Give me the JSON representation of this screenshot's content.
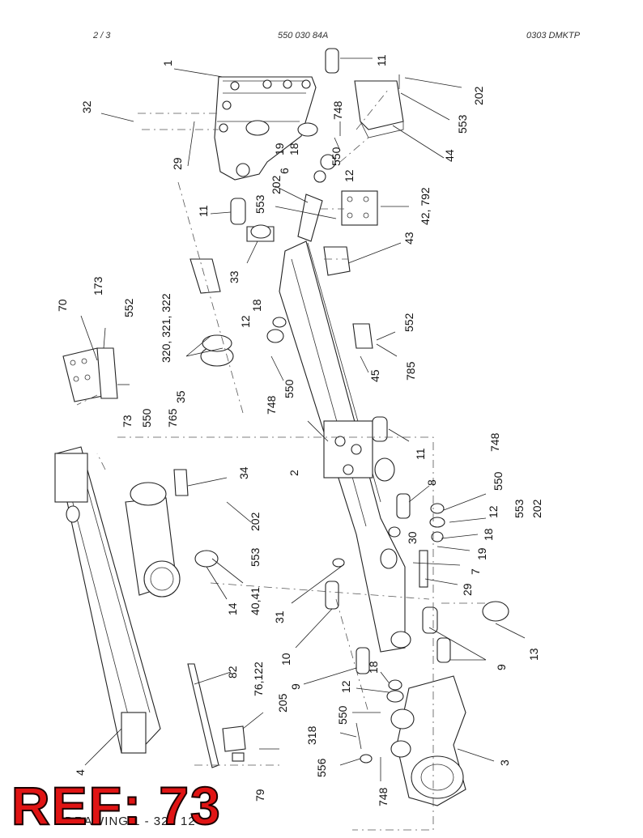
{
  "header": {
    "page": "2 /   3",
    "document_number": "550 030 84A",
    "code": "0303 DMKTP"
  },
  "ref_banner": "REF: 73",
  "drawing_label": "DRAWING 1 - 328 12",
  "callouts": [
    {
      "id": "c1",
      "text": "1"
    },
    {
      "id": "c11a",
      "text": "11"
    },
    {
      "id": "c32",
      "text": "32"
    },
    {
      "id": "c202a",
      "text": "202"
    },
    {
      "id": "c553a",
      "text": "553"
    },
    {
      "id": "c748a",
      "text": "748"
    },
    {
      "id": "c44",
      "text": "44"
    },
    {
      "id": "c29a",
      "text": "29"
    },
    {
      "id": "c19a",
      "text": "19"
    },
    {
      "id": "c18a",
      "text": "18"
    },
    {
      "id": "c550a",
      "text": "550"
    },
    {
      "id": "c12a",
      "text": "12"
    },
    {
      "id": "c6",
      "text": "6"
    },
    {
      "id": "c202b",
      "text": "202"
    },
    {
      "id": "c11b",
      "text": "11"
    },
    {
      "id": "c553b",
      "text": "553"
    },
    {
      "id": "c42",
      "text": "42, 792"
    },
    {
      "id": "c43",
      "text": "43"
    },
    {
      "id": "c33",
      "text": "33"
    },
    {
      "id": "c70",
      "text": "70"
    },
    {
      "id": "c173",
      "text": "173"
    },
    {
      "id": "c552a",
      "text": "552"
    },
    {
      "id": "c320",
      "text": "320, 321, 322"
    },
    {
      "id": "c18b",
      "text": "18"
    },
    {
      "id": "c12b",
      "text": "12"
    },
    {
      "id": "c552b",
      "text": "552"
    },
    {
      "id": "c785",
      "text": "785"
    },
    {
      "id": "c45",
      "text": "45"
    },
    {
      "id": "c35",
      "text": "35"
    },
    {
      "id": "c73",
      "text": "73"
    },
    {
      "id": "c550b",
      "text": "550"
    },
    {
      "id": "c765",
      "text": "765"
    },
    {
      "id": "c748b",
      "text": "748"
    },
    {
      "id": "c550c",
      "text": "550"
    },
    {
      "id": "c748c",
      "text": "748"
    },
    {
      "id": "c11c",
      "text": "11"
    },
    {
      "id": "c2",
      "text": "2"
    },
    {
      "id": "c34",
      "text": "34"
    },
    {
      "id": "c8",
      "text": "8"
    },
    {
      "id": "c550d",
      "text": "550"
    },
    {
      "id": "c12c",
      "text": "12"
    },
    {
      "id": "c553c",
      "text": "553"
    },
    {
      "id": "c202c",
      "text": "202"
    },
    {
      "id": "c202d",
      "text": "202"
    },
    {
      "id": "c553d",
      "text": "553"
    },
    {
      "id": "c30",
      "text": "30"
    },
    {
      "id": "c18c",
      "text": "18"
    },
    {
      "id": "c19b",
      "text": "19"
    },
    {
      "id": "c7",
      "text": "7"
    },
    {
      "id": "c29b",
      "text": "29"
    },
    {
      "id": "c14",
      "text": "14"
    },
    {
      "id": "c4041",
      "text": "40,41"
    },
    {
      "id": "c31",
      "text": "31"
    },
    {
      "id": "c10",
      "text": "10"
    },
    {
      "id": "c13",
      "text": "13"
    },
    {
      "id": "c9a",
      "text": "9"
    },
    {
      "id": "c82",
      "text": "82"
    },
    {
      "id": "c18d",
      "text": "18"
    },
    {
      "id": "c9b",
      "text": "9"
    },
    {
      "id": "c76",
      "text": "76,122"
    },
    {
      "id": "c12d",
      "text": "12"
    },
    {
      "id": "c205",
      "text": "205"
    },
    {
      "id": "c550e",
      "text": "550"
    },
    {
      "id": "c318",
      "text": "318"
    },
    {
      "id": "c556",
      "text": "556"
    },
    {
      "id": "c3",
      "text": "3"
    },
    {
      "id": "c4",
      "text": "4"
    },
    {
      "id": "c79",
      "text": "79"
    },
    {
      "id": "c748d",
      "text": "748"
    }
  ]
}
